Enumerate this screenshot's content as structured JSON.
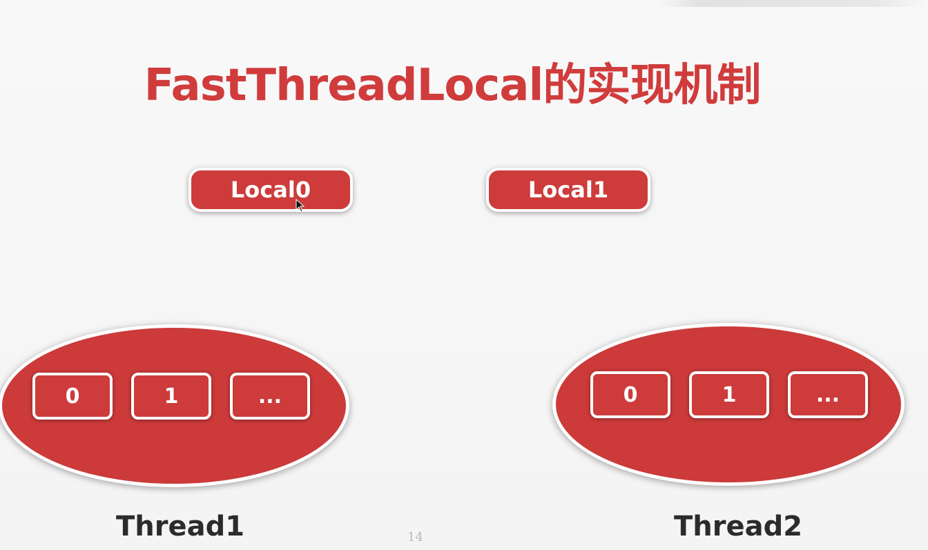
{
  "title": "FastThreadLocal的实现机制",
  "locals": [
    {
      "label": "Local0"
    },
    {
      "label": "Local1"
    }
  ],
  "threads": [
    {
      "label": "Thread1",
      "slots": [
        "0",
        "1",
        "..."
      ]
    },
    {
      "label": "Thread2",
      "slots": [
        "0",
        "1",
        "..."
      ]
    }
  ],
  "page_number": "14",
  "colors": {
    "accent": "#cd3b3b",
    "title": "#d03c3c",
    "label": "#2b2b2b",
    "background": "#f7f7f7"
  }
}
